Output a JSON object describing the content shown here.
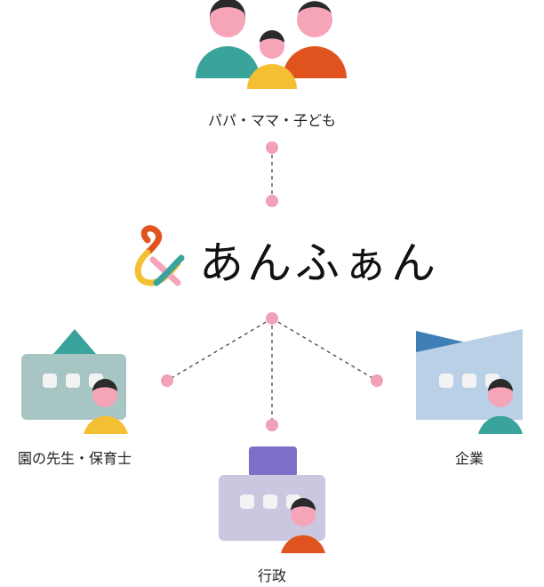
{
  "brand": {
    "name": "あんふぁん"
  },
  "nodes": {
    "family": {
      "label": "パパ・ママ・子ども"
    },
    "school": {
      "label": "園の先生・保育士"
    },
    "company": {
      "label": "企業"
    },
    "government": {
      "label": "行政"
    }
  },
  "colors": {
    "connector": "#444444",
    "dot": "#f2a0b6",
    "teal": "#3aa39b",
    "orange": "#e0531f",
    "yellow": "#f5bf33",
    "skin": "#f6a4b8",
    "hair": "#2a2a2a",
    "school_building": "#a7c6c3",
    "company_building": "#b9d0e6",
    "company_roof": "#3f7fb8",
    "gov_building": "#c9c8e0",
    "gov_roof": "#7f6ec8"
  },
  "icons": {
    "family": "family-icon",
    "school": "school-building-icon",
    "company": "company-building-icon",
    "government": "government-building-icon",
    "logo": "ampersand-logo-icon"
  }
}
